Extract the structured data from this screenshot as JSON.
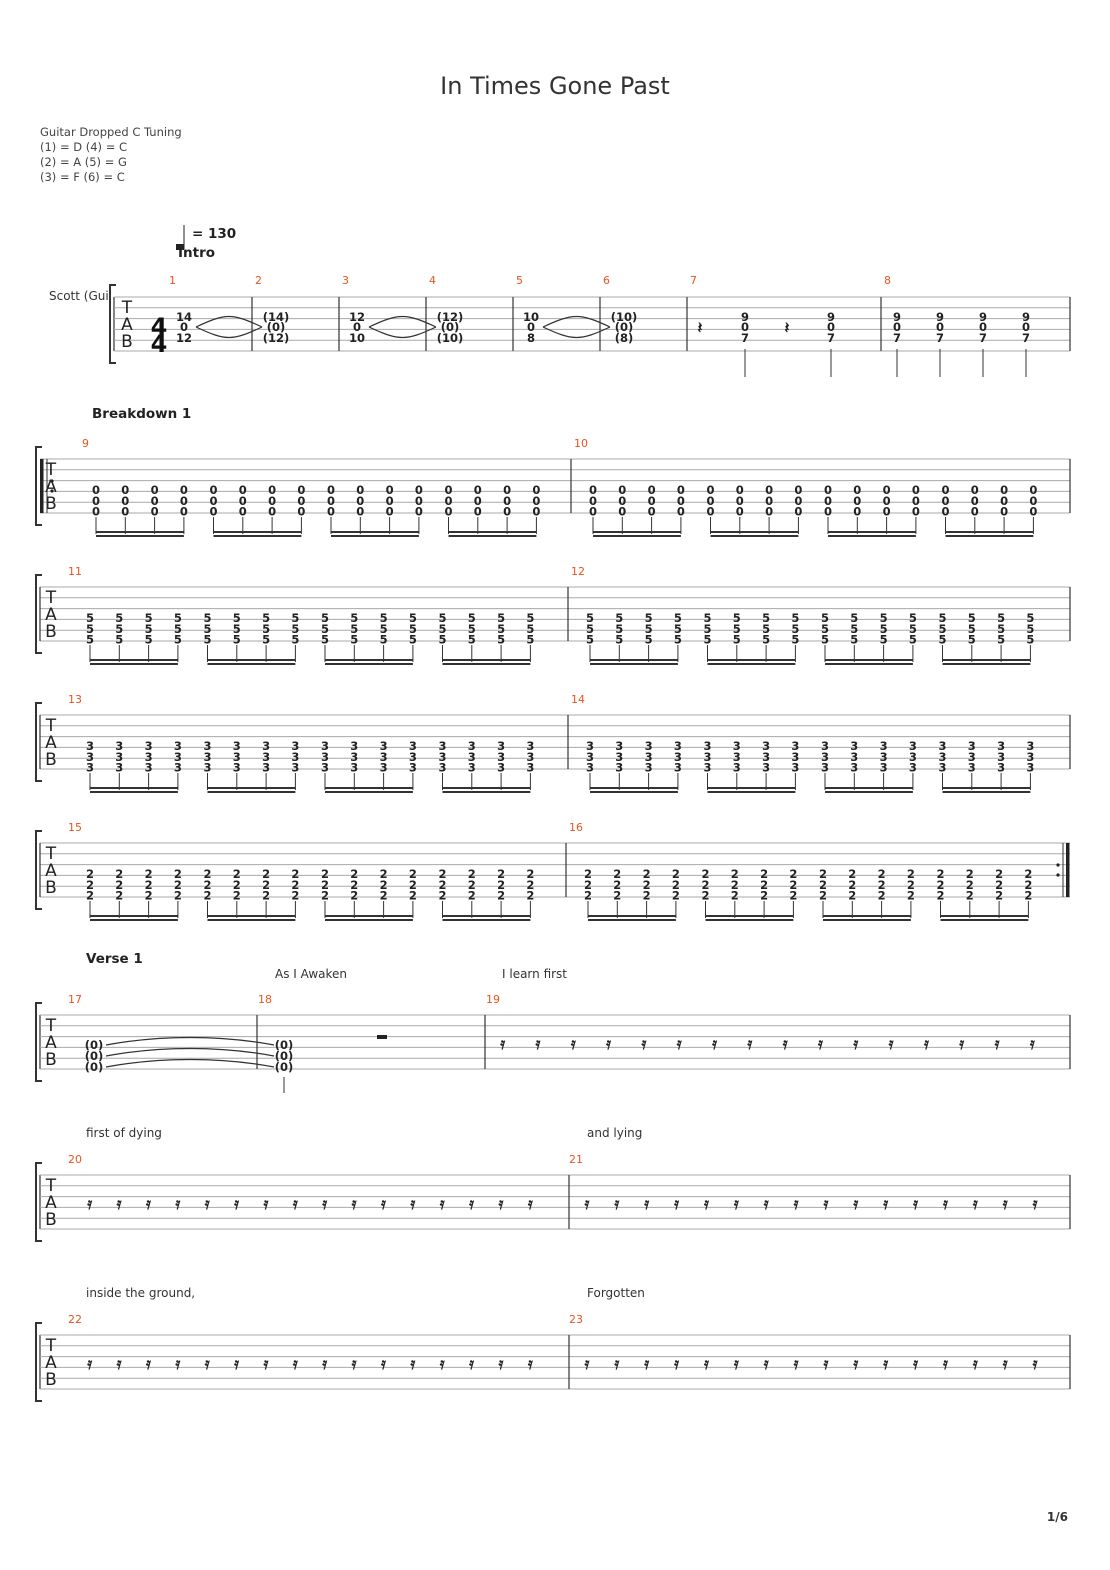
{
  "title": "In Times Gone Past",
  "tuning": {
    "heading": "Guitar Dropped C Tuning",
    "lines": [
      "(1) = D (4) = C",
      "(2) = A (5) = G",
      "(3) = F  (6) = C"
    ]
  },
  "track_name": "Scott (Gui",
  "tempo": {
    "prefix": "= ",
    "bpm": "130"
  },
  "time_signature": {
    "top": "4",
    "bottom": "4"
  },
  "tab_letters": [
    "T",
    "A",
    "B"
  ],
  "sections": {
    "intro": "Intro",
    "breakdown": "Breakdown 1",
    "verse": "Verse 1"
  },
  "lyrics": {
    "l1": "As I Awaken",
    "l2": "I learn first",
    "l3": "first of dying",
    "l4": "and lying",
    "l5": "inside the ground,",
    "l6": "Forgotten"
  },
  "measures": {
    "intro": [
      {
        "num": "1",
        "frets": [
          "14",
          "0",
          "12"
        ]
      },
      {
        "num": "2",
        "frets": [
          "(14)",
          "(0)",
          "(12)"
        ]
      },
      {
        "num": "3",
        "frets": [
          "12",
          "0",
          "10"
        ]
      },
      {
        "num": "4",
        "frets": [
          "(12)",
          "(0)",
          "(10)"
        ]
      },
      {
        "num": "5",
        "frets": [
          "10",
          "0",
          "8"
        ]
      },
      {
        "num": "6",
        "frets": [
          "(10)",
          "(0)",
          "(8)"
        ]
      },
      {
        "num": "7",
        "frets": [
          "9",
          "0",
          "7"
        ]
      },
      {
        "num": "8",
        "frets": [
          "9",
          "0",
          "7"
        ]
      }
    ],
    "breakdown": [
      {
        "num": "9",
        "fret": "0"
      },
      {
        "num": "10",
        "fret": "0"
      },
      {
        "num": "11",
        "fret": "5"
      },
      {
        "num": "12",
        "fret": "5"
      },
      {
        "num": "13",
        "fret": "3"
      },
      {
        "num": "14",
        "fret": "3"
      },
      {
        "num": "15",
        "fret": "2"
      },
      {
        "num": "16",
        "fret": "2"
      }
    ],
    "verse": [
      {
        "num": "17",
        "fret": "(0)"
      },
      {
        "num": "18",
        "fret": "(0)"
      },
      {
        "num": "19"
      },
      {
        "num": "20"
      },
      {
        "num": "21"
      },
      {
        "num": "22"
      },
      {
        "num": "23"
      }
    ]
  },
  "page_number": "1/6"
}
